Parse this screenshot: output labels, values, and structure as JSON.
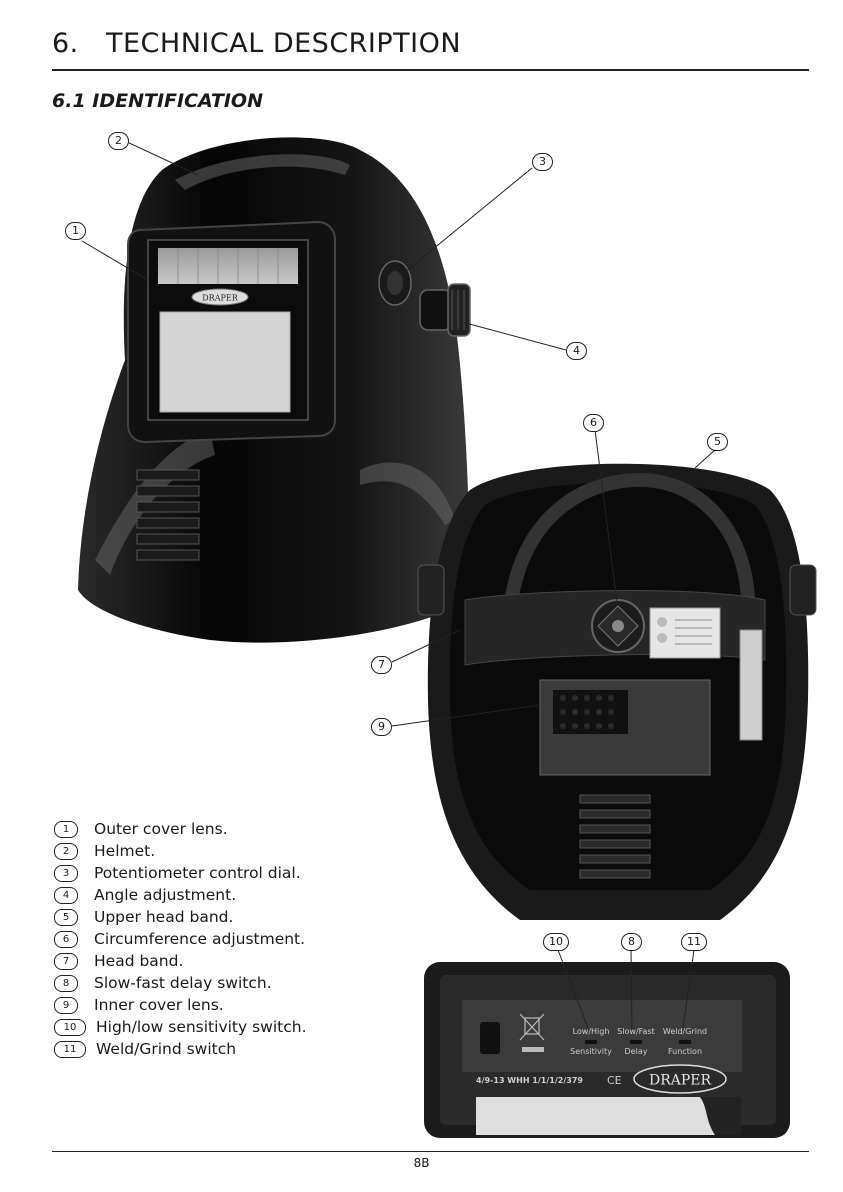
{
  "page": {
    "heading": "6.   TECHNICAL DESCRIPTION",
    "subheading": "6.1 IDENTIFICATION",
    "page_number": "8B"
  },
  "helmet_front": {
    "brand_badge": "DRAPER"
  },
  "switch_panel": {
    "sensitivity_top": "Low/High",
    "sensitivity_bottom": "Sensitivity",
    "delay_top": "Slow/Fast",
    "delay_bottom": "Delay",
    "function_top": "Weld/Grind",
    "function_bottom": "Function",
    "spec_line": "4/9-13 WHH 1/1/1/2/379",
    "ce_mark": "CE",
    "brand": "DRAPER"
  },
  "callouts": [
    "1",
    "2",
    "3",
    "4",
    "5",
    "6",
    "7",
    "8",
    "9",
    "10",
    "11"
  ],
  "legend": [
    {
      "num": "1",
      "label": "Outer cover lens."
    },
    {
      "num": "2",
      "label": "Helmet."
    },
    {
      "num": "3",
      "label": "Potentiometer control dial."
    },
    {
      "num": "4",
      "label": "Angle adjustment."
    },
    {
      "num": "5",
      "label": "Upper head band."
    },
    {
      "num": "6",
      "label": "Circumference adjustment."
    },
    {
      "num": "7",
      "label": "Head band."
    },
    {
      "num": "8",
      "label": "Slow-fast delay switch."
    },
    {
      "num": "9",
      "label": "Inner cover lens."
    },
    {
      "num": "10",
      "label": "High/low sensitivity switch."
    },
    {
      "num": "11",
      "label": "Weld/Grind switch"
    }
  ]
}
